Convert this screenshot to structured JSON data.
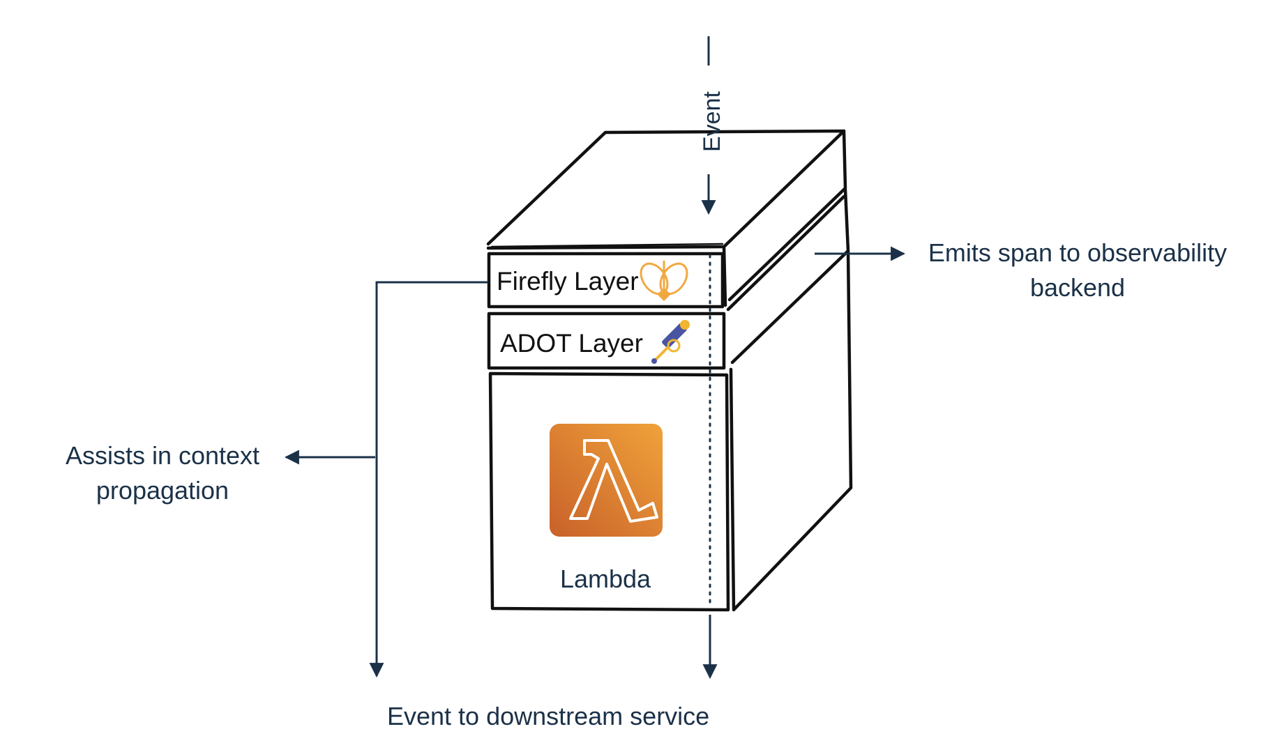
{
  "labels": {
    "event_in": "Event",
    "firefly_layer": "Firefly Layer",
    "adot_layer": "ADOT Layer",
    "lambda": "Lambda",
    "emits_span_line1": "Emits span to observability",
    "emits_span_line2": "backend",
    "assists_line1": "Assists in context",
    "assists_line2": "propagation",
    "event_out": "Event to downstream service"
  },
  "icons": {
    "firefly": "firefly-bee-icon",
    "adot": "telescope-icon",
    "lambda": "aws-lambda-icon"
  },
  "colors": {
    "text": "#1b3148",
    "outline": "#111111",
    "lambda_orange_light": "#f0a23a",
    "lambda_orange_dark": "#c8612a",
    "firefly_orange": "#f1a83f",
    "adot_blue": "#4a55a2",
    "adot_gold": "#f2b52f"
  }
}
